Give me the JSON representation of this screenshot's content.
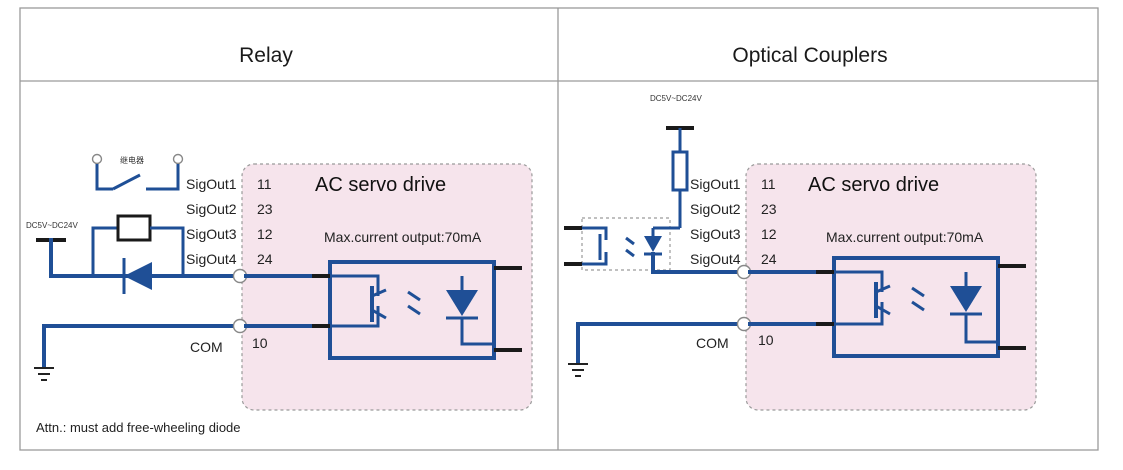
{
  "relay_panel": {
    "header": "Relay",
    "relay_label": "继电器",
    "supply_label": "DC5V~DC24V",
    "drive_title": "AC servo drive",
    "max_current": "Max.current output:70mA",
    "signals": [
      "SigOut1",
      "SigOut2",
      "SigOut3",
      "SigOut4"
    ],
    "pins": [
      "11",
      "23",
      "12",
      "24"
    ],
    "com_label": "COM",
    "com_pin": "10",
    "note": "Attn.: must add free-wheeling diode"
  },
  "coupler_panel": {
    "header": "Optical Couplers",
    "supply_label": "DC5V~DC24V",
    "drive_title": "AC servo drive",
    "max_current": "Max.current output:70mA",
    "signals": [
      "SigOut1",
      "SigOut2",
      "SigOut3",
      "SigOut4"
    ],
    "pins": [
      "11",
      "23",
      "12",
      "24"
    ],
    "com_label": "COM",
    "com_pin": "10"
  }
}
